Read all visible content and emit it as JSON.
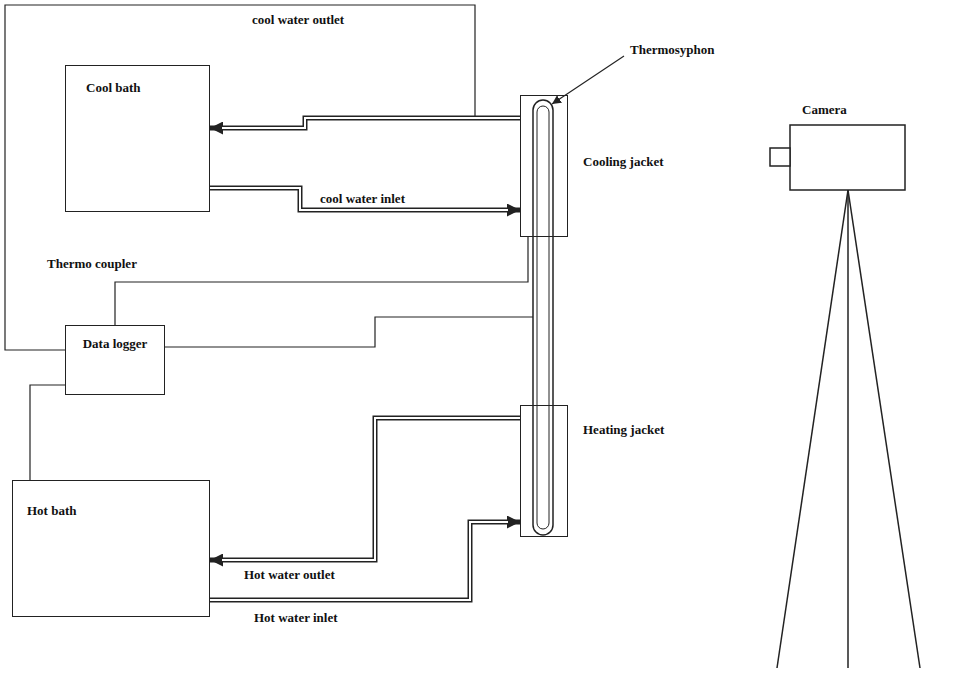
{
  "diagram": {
    "nodes": [
      {
        "text": [
          "Cool bath"
        ]
      },
      {
        "text": [
          "Cooling jacket"
        ]
      },
      {
        "text": [
          "Data logger"
        ]
      },
      {
        "text": [
          "Heating jacket"
        ]
      },
      {
        "text": [
          "Hot bath"
        ]
      }
    ],
    "edges": [
      {
        "from": 1,
        "to": 0,
        "arrow": "to"
      },
      {
        "from": 0,
        "to": 1,
        "label": "cool water inlet",
        "arrow": "to"
      },
      {
        "from": 2,
        "to": 1,
        "arrow": "none"
      },
      {
        "from": 2,
        "to": 4,
        "arrow": "none"
      },
      {
        "from": 3,
        "to": 4,
        "label": "Hot water outlet",
        "arrow": "to"
      },
      {
        "from": 4,
        "to": 3,
        "label": "Hot water inlet",
        "arrow": "to"
      }
    ],
    "labels": [
      "cool water outlet",
      "Thermosyphon",
      "Thermo coupler",
      "Camera"
    ]
  }
}
